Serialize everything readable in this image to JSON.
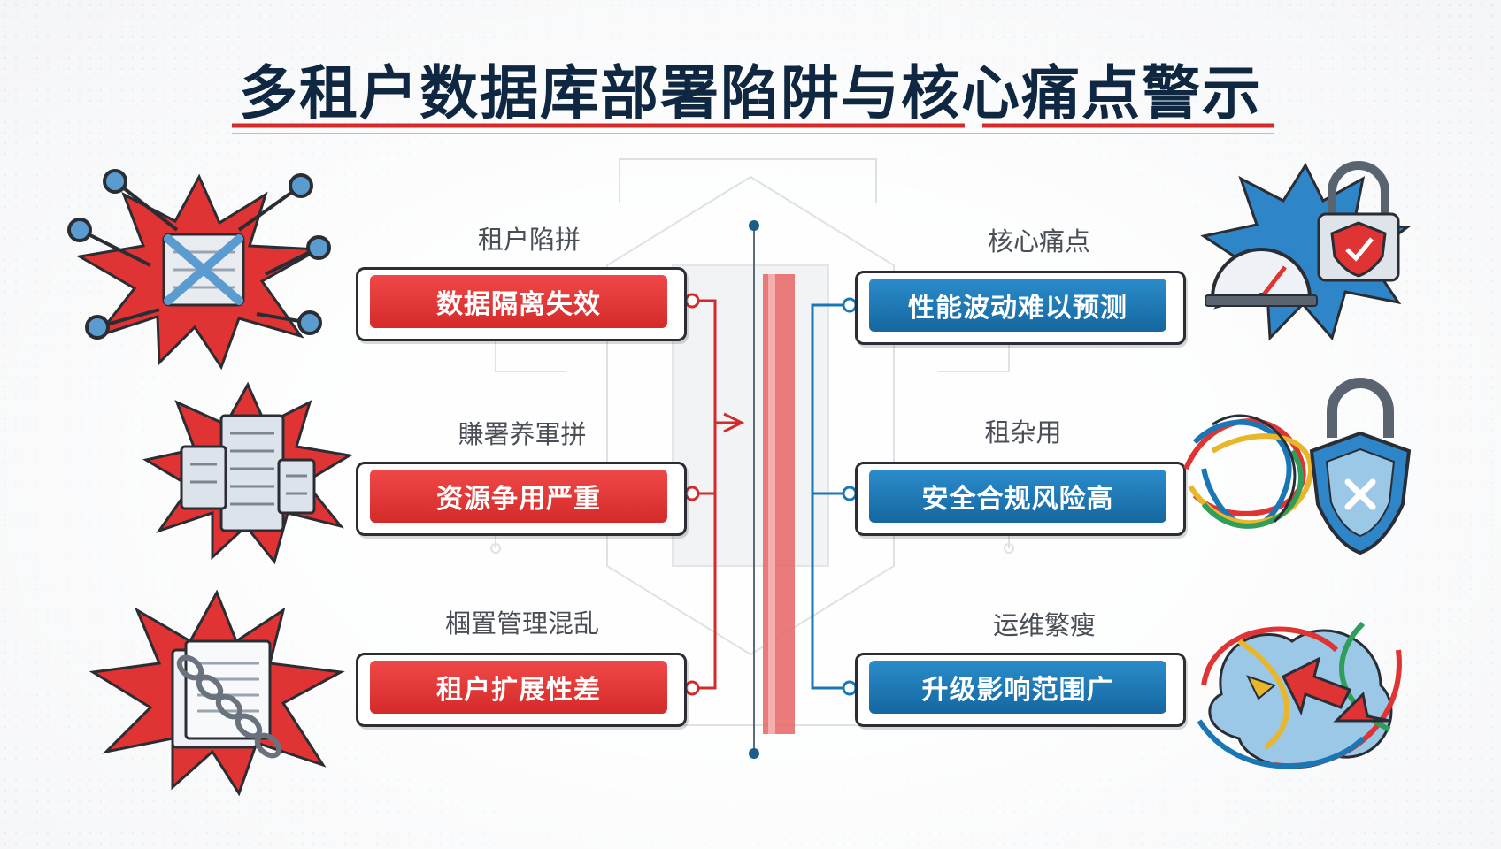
{
  "title": "多租户数据库部署陷阱与核心痛点警示",
  "left": {
    "items": [
      {
        "label": "租户陷拼",
        "pill": "数据隔离失效"
      },
      {
        "label": "賺署养軍拼",
        "pill": "资源争用严重"
      },
      {
        "label": "椢置管理混乱",
        "pill": "租户扩展性差"
      }
    ]
  },
  "right": {
    "items": [
      {
        "label": "核心痛点",
        "pill": "性能波动难以预测"
      },
      {
        "label": "租杂用",
        "pill": "安全合规风险高"
      },
      {
        "label": "运维繁瘦",
        "pill": "升级影响范围广"
      }
    ]
  },
  "colors": {
    "red": "#e03333",
    "blue": "#1a77b5",
    "navy": "#0f2740"
  },
  "icons": {
    "left": [
      "broken-database-icon",
      "server-rack-icon",
      "chained-document-icon"
    ],
    "right": [
      "gauge-padlock-icon",
      "tangled-padlock-icon",
      "tangled-arrows-icon"
    ]
  }
}
